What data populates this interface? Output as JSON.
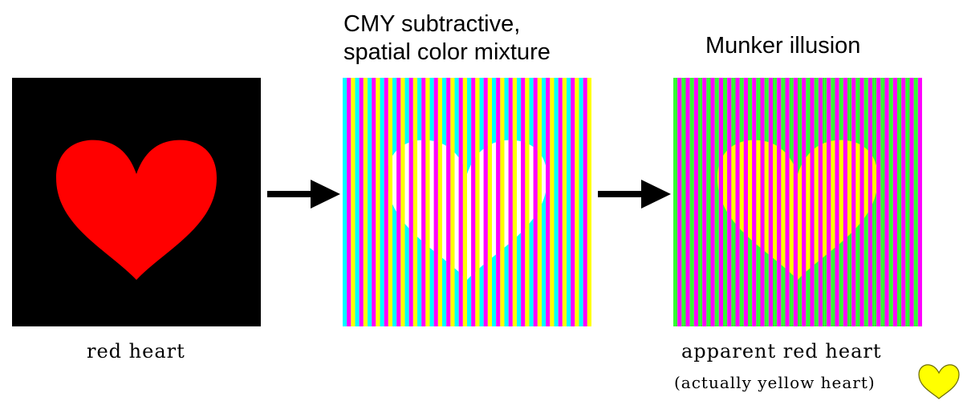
{
  "titles": {
    "cmy_line1": "CMY subtractive,",
    "cmy_line2": "spatial color mixture",
    "munker": "Munker illusion"
  },
  "captions": {
    "red_heart": "red heart",
    "apparent": "apparent red heart",
    "actual": "(actually yellow heart)"
  },
  "colors": {
    "black": "#000000",
    "red": "#ff0000",
    "cyan": "#00ffff",
    "magenta": "#ff00ff",
    "yellow": "#ffff00",
    "green": "#33ff33",
    "white": "#ffffff"
  },
  "icons": {
    "arrow": "right-arrow-icon",
    "heart": "heart-icon"
  }
}
